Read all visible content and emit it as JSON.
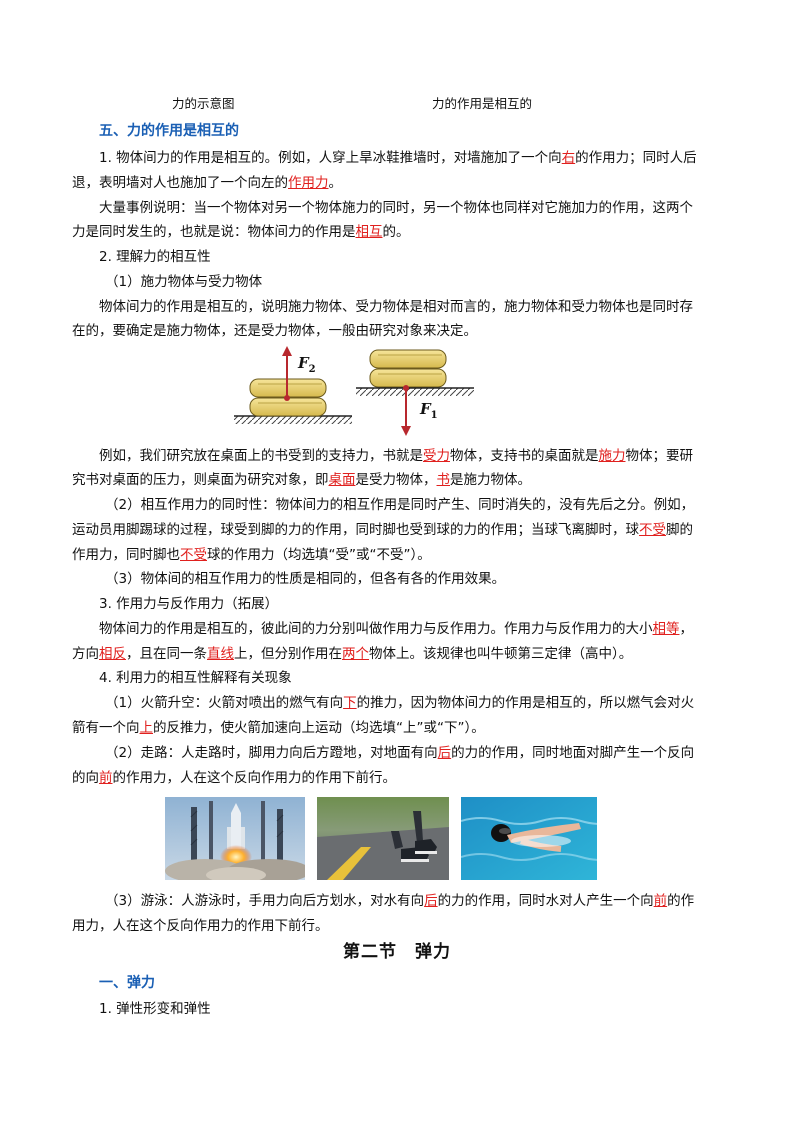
{
  "captions": {
    "left": "力的示意图",
    "right": "力的作用是相互的"
  },
  "section5": {
    "heading": "五、力的作用是相互的",
    "p1": {
      "a": "1. 物体间力的作用是相互的。例如，人穿上旱冰鞋推墙时，对墙施加了一个向",
      "ans1": "右",
      "b": "的作用力；同时人后",
      "c": "退，表明墙对人也施加了一个向左的",
      "ans2": "作用力",
      "d": "。"
    },
    "p2": {
      "a": "大量事例说明：当一个物体对另一个物体施力的同时，另一个物体也同样对它施加力的作用，这两个",
      "b": "力是同时发生的，也就是说：物体间力的作用是",
      "ans": "相互",
      "c": "的。"
    },
    "item2": "2. 理解力的相互性",
    "sub1": "（1）施力物体与受力物体",
    "p3": {
      "a": "物体间力的作用是相互的，说明施力物体、受力物体是相对而言的，施力物体和受力物体也是同时存",
      "b": "在的，要确定是施力物体，还是受力物体，一般由研究对象来决定。"
    },
    "figure": {
      "f2": "F",
      "f2_sub": "2",
      "f1": "F",
      "f1_sub": "1"
    },
    "p4": {
      "a": "例如，我们研究放在桌面上的书受到的支持力，书就是",
      "ans1": "受力",
      "b": "物体，支持书的桌面就是",
      "ans2": "施力",
      "c": "物体；要研",
      "d": "究书对桌面的压力，则桌面为研究对象，即",
      "ans3": "桌面",
      "e": "是受力物体，",
      "ans4": "书",
      "f": "是施力物体。"
    },
    "p5": {
      "a": "（2）相互作用力的同时性：物体间力的相互作用是同时产生、同时消失的，没有先后之分。例如，",
      "b": "运动员用脚踢球的过程，球受到脚的力的作用，同时脚也受到球的力的作用；当球飞离脚时，球",
      "ans1": "不受",
      "c": "脚的",
      "d": "作用力，同时脚也",
      "ans2": "不受",
      "e": "球的作用力（均选填“受”或“不受”）。"
    },
    "p6": "（3）物体间的相互作用力的性质是相同的，但各有各的作用效果。",
    "item3": "3. 作用力与反作用力（拓展）",
    "p7": {
      "a": "物体间力的作用是相互的，彼此间的力分别叫做作用力与反作用力。作用力与反作用力的大小",
      "ans1": "相等",
      "b": "，",
      "c": "方向",
      "ans2": "相反",
      "d": "，且在同一条",
      "ans3": "直线",
      "e": "上，但分别作用在",
      "ans4": "两个",
      "f": "物体上。该规律也叫牛顿第三定律（高中）。"
    },
    "item4": "4. 利用力的相互性解释有关现象",
    "p8": {
      "a": "（1）火箭升空：火箭对喷出的燃气有向",
      "ans1": "下",
      "b": "的推力，因为物体间力的作用是相互的，所以燃气会对火",
      "c": "箭有一个向",
      "ans2": "上",
      "d": "的反推力，使火箭加速向上运动（均选填“上”或“下”）。"
    },
    "p9": {
      "a": "（2）走路：人走路时，脚用力向后方蹬地，对地面有向",
      "ans1": "后",
      "b": "的力的作用，同时地面对脚产生一个反向",
      "c": "的向",
      "ans2": "前",
      "d": "的作用力，人在这个反向作用力的作用下前行。"
    },
    "p10": {
      "a": "（3）游泳：人游泳时，手用力向后方划水，对水有向",
      "ans1": "后",
      "b": "的力的作用，同时水对人产生一个向",
      "ans2": "前",
      "c": "的作",
      "d": "用力，人在这个反向作用力的作用下前行。"
    }
  },
  "section2": {
    "title": "第二节　弹力",
    "heading": "一、弹力",
    "item1": "1. 弹性形变和弹性"
  },
  "colors": {
    "heading": "#1a5fb4",
    "answer": "#e0201e",
    "arrow": "#b8282e"
  }
}
